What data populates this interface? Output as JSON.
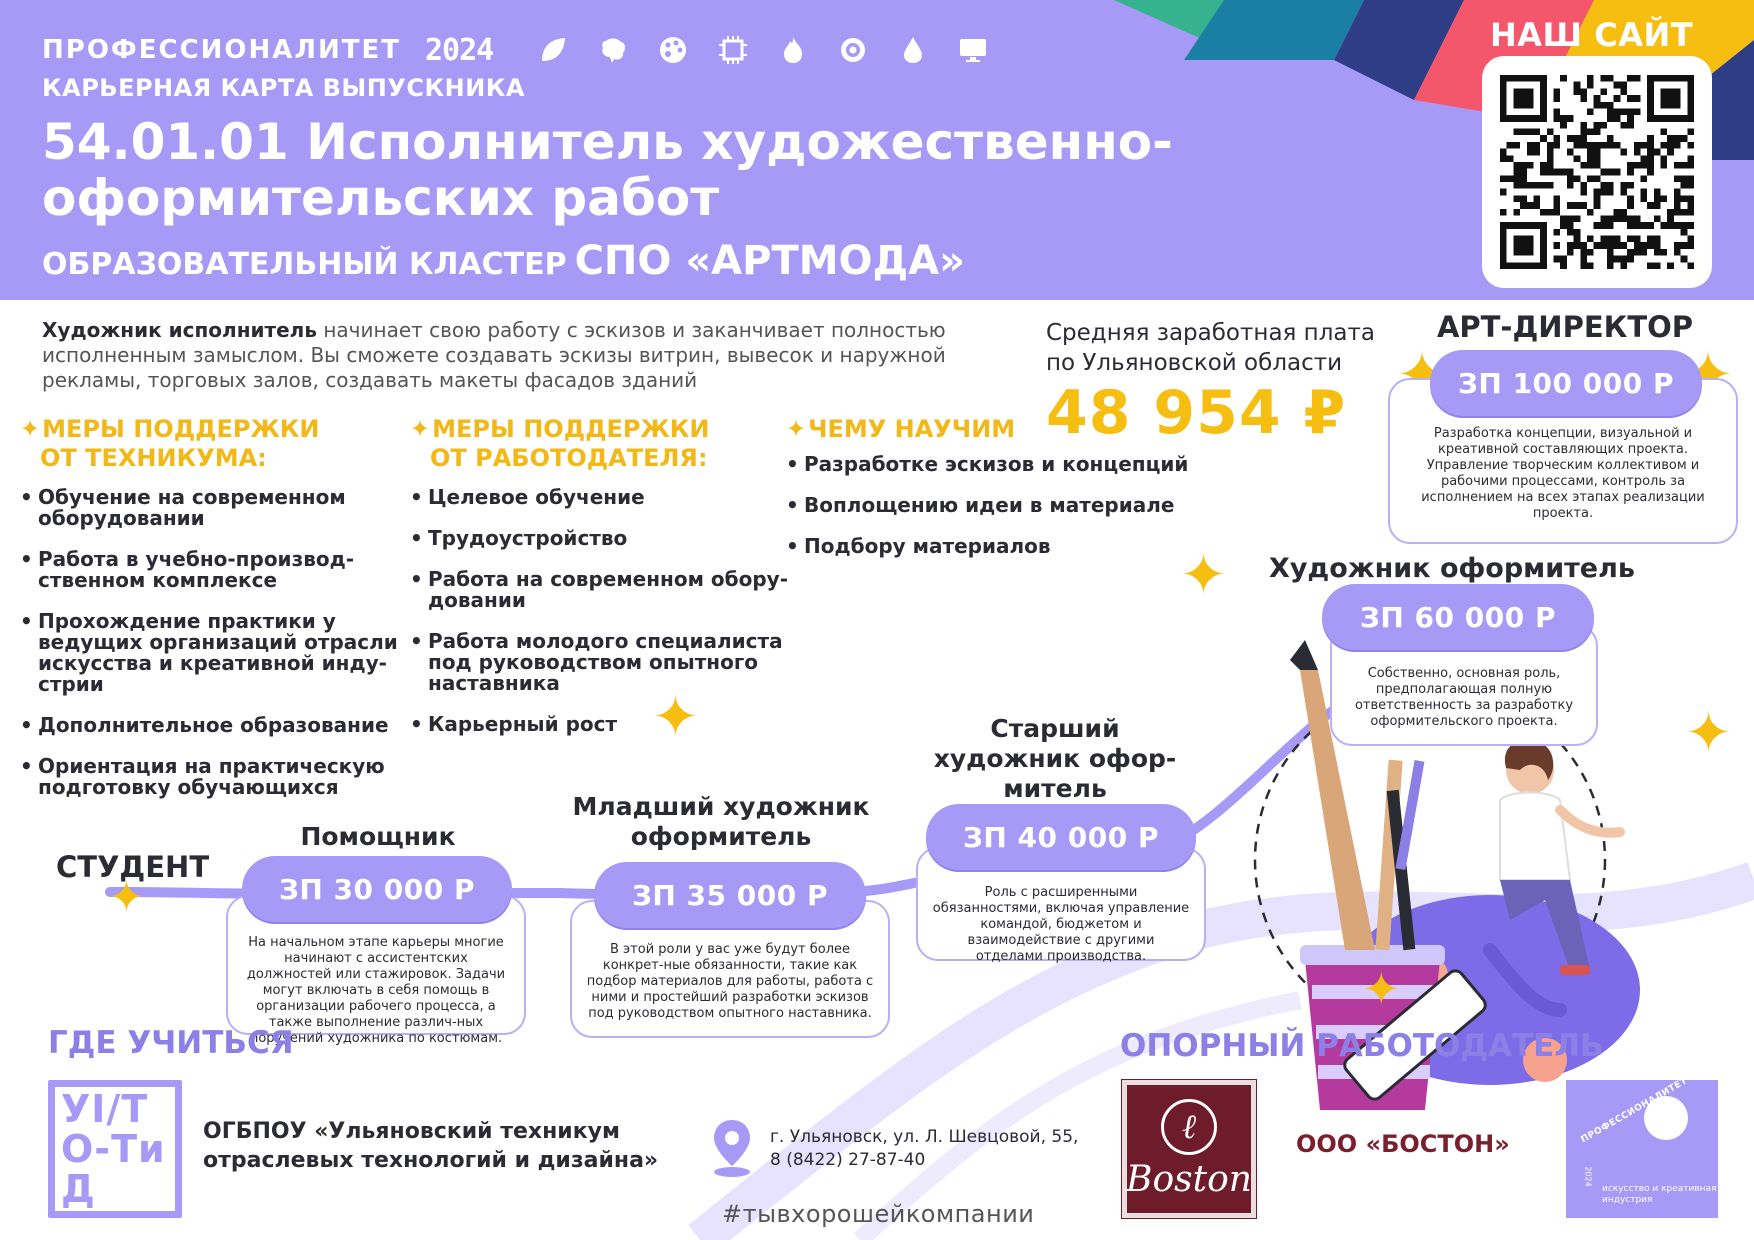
{
  "header": {
    "brand": "ПРОФЕССИОНАЛИТЕТ",
    "year": "2024",
    "map_label": "КАРЬЕРНАЯ КАРТА ВЫПУСКНИКА",
    "title": "54.01.01 Исполнитель художественно-оформительских работ",
    "cluster_prefix": "ОБРАЗОВАТЕЛЬНЫЙ КЛАСТЕР",
    "cluster_name": "СПО «АРТМОДА»",
    "site_label": "НАШ САЙТ",
    "brand_icons": [
      "leaf-icon",
      "brain-icon",
      "palette-icon",
      "chip-icon",
      "flame-icon",
      "target-icon",
      "drop-icon",
      "monitor-icon"
    ],
    "accent_colors": [
      "#a69af6",
      "#f7be12",
      "#f4566b",
      "#1b7ea3",
      "#2e3d86",
      "#35b38e"
    ]
  },
  "intro": {
    "bold": "Художник исполнитель",
    "text": " начинает свою работу с эскизов и заканчивает полностью исполненным замыслом. Вы сможете создавать эскизы витрин, вывесок и наружной рекламы, торговых залов, создавать макеты фасадов зданий"
  },
  "salary": {
    "label_line1": "Средняя заработная плата",
    "label_line2": "по Ульяновской области",
    "value": "48 954 ₽"
  },
  "support_college": {
    "title_line1": "МЕРЫ ПОДДЕРЖКИ",
    "title_line2": "ОТ ТЕХНИКУМА:",
    "items": [
      "Обучение на современном оборудовании",
      "Работа в учебно-производ-ственном комплексе",
      "Прохождение практики у ведущих организаций отрасли искусства и креативной инду-стрии",
      "Дополнительное образование",
      "Ориентация на практическую подготовку обучающихся"
    ]
  },
  "support_employer": {
    "title_line1": "МЕРЫ ПОДДЕРЖКИ",
    "title_line2": "ОТ РАБОТОДАТЕЛЯ:",
    "items": [
      "Целевое обучение",
      "Трудоустройство",
      "Работа на современном обору-довании",
      "Работа молодого специалиста под руководством опытного наставника",
      "Карьерный рост"
    ]
  },
  "teach": {
    "title": "ЧЕМУ НАУЧИМ",
    "items": [
      "Разработке эскизов и концепций",
      "Воплощению идеи в материале",
      "Подбору материалов"
    ]
  },
  "career": {
    "student": "СТУДЕНТ",
    "stages": [
      {
        "title": "Помощник",
        "salary": "ЗП 30 000 Р",
        "desc": "На начальном этапе карьеры многие начинают с ассистентских должностей или стажировок. Задачи могут включать в себя помощь в организации рабочего процесса, а также выполнение различ-ных поручений художника по костюмам."
      },
      {
        "title": "Младший художник оформитель",
        "salary": "ЗП 35 000 Р",
        "desc": "В этой роли у вас уже будут более конкрет-ные обязанности, такие как подбор материалов для работы, работа с ними и простейший разработки эскизов под руководством опытного наставника."
      },
      {
        "title": "Старший художник офор-митель",
        "salary": "ЗП 40 000 Р",
        "desc": "Роль с расширенными обязанностями, включая управление командой, бюджетом и взаимодействие с другими отделами производства."
      },
      {
        "title": "Художник оформитель",
        "salary": "ЗП 60 000 Р",
        "desc": "Собственно, основная роль, предполагающая полную ответственность за разработку оформительского проекта."
      },
      {
        "title": "АРТ-ДИРЕКТОР",
        "salary": "ЗП 100 000 Р",
        "desc": "Разработка концепции, визуальной и креативной составляющих проекта. Управление творческим коллективом и рабочими процессами, контроль за исполнением на всех этапах реализации проекта."
      }
    ]
  },
  "where": {
    "title": "ГДЕ УЧИТЬСЯ",
    "logo_text": "УI/ТО-ТиД",
    "school_line1": "ОГБПОУ «Ульяновский техникум",
    "school_line2": "отраслевых технологий и дизайна»",
    "address_line1": "г. Ульяновск, ул. Л. Шевцовой, 55,",
    "address_line2": "8 (8422) 27-87-40",
    "hashtag": "#тывхорошейкомпании"
  },
  "employer": {
    "title": "ОПОРНЫЙ РАБОТОДАТЕЛЬ",
    "logo_text": "Boston",
    "name": "ООО «БОСТОН»",
    "prof_logo_brand": "ПРОФЕССИОНАЛИТЕТ",
    "prof_logo_year": "2024",
    "prof_logo_sub": "искусство и креативная индустрия"
  }
}
